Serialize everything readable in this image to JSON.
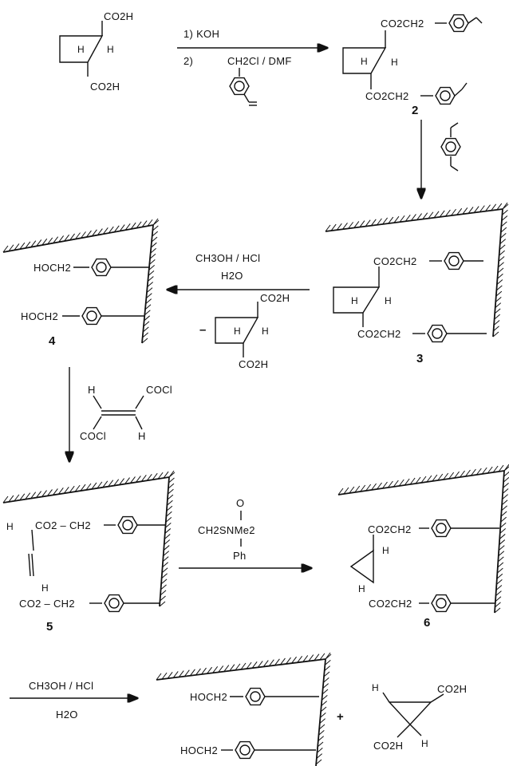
{
  "scheme": {
    "step1": {
      "reagent_line1": "1)   KOH",
      "reagent_line2": "2)",
      "reagent_ch2cl": "CH2Cl / DMF"
    },
    "step2": {
      "reagent": "divinylbenzene"
    },
    "step3": {
      "reagent_line1": "CH3OH / HCl",
      "reagent_line2": "H2O",
      "minus": "–"
    },
    "step4": {
      "reagent": "fumaroyl chloride",
      "cocl": "COCl",
      "h": "H"
    },
    "step5": {
      "o": "O",
      "ylide": "CH2SNMe2",
      "ph": "Ph"
    },
    "step6": {
      "reagent_line1": "CH3OH / HCl",
      "reagent_line2": "H2O",
      "plus": "+"
    },
    "groups": {
      "co2h": "CO2H",
      "co2ch2": "CO2CH2",
      "co2_ch2": "CO2 – CH2",
      "hoch2": "HOCH2",
      "h": "H"
    },
    "labels": {
      "c2": "2",
      "c3": "3",
      "c4": "4",
      "c5": "5",
      "c6": "6"
    }
  }
}
